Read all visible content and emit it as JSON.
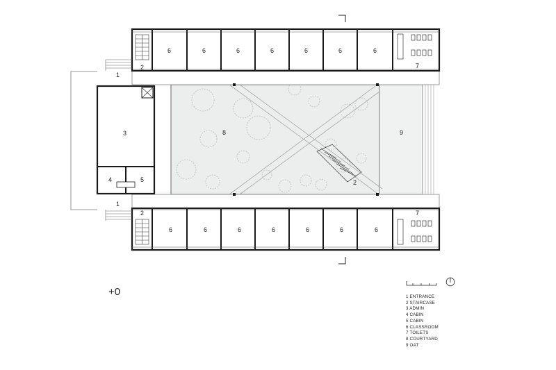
{
  "level_label": "+0",
  "room_numbers": {
    "entrance": "1",
    "staircase": "2",
    "admin": "3",
    "cabin_a": "4",
    "cabin_b": "5",
    "classroom": "6",
    "toilets": "7",
    "courtyard": "8",
    "oat": "9"
  },
  "legend": [
    "1 ENTRANCE",
    "2 STAIRCASE",
    "3 ADMIN",
    "4 CABIN",
    "5 CABIN",
    "6 CLASSROOM",
    "7 TOILETS",
    "8 COURTYARD",
    "9 OAT"
  ],
  "colors": {
    "wall": "#1a1a1a",
    "courtyard_fill": "#eceeee",
    "tree": "#b9bdbe",
    "light_line": "#9a9a9a"
  },
  "icons": [
    "north-arrow-icon",
    "scale-bar-icon",
    "tree-icon",
    "stair-icon"
  ]
}
